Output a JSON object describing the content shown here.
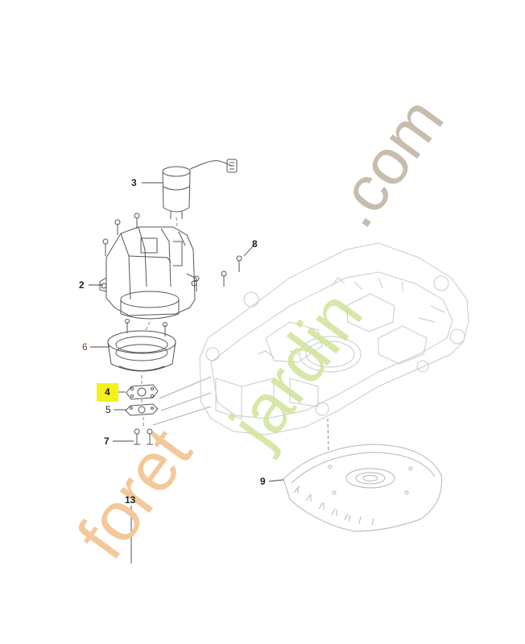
{
  "diagram": {
    "callouts": [
      {
        "id": "part-3",
        "label": "3"
      },
      {
        "id": "part-8",
        "label": "8"
      },
      {
        "id": "part-2",
        "label": "2"
      },
      {
        "id": "part-6",
        "label": "6"
      },
      {
        "id": "part-4",
        "label": "4",
        "highlighted": true
      },
      {
        "id": "part-5",
        "label": "5"
      },
      {
        "id": "part-7",
        "label": "7"
      },
      {
        "id": "part-9",
        "label": "9"
      },
      {
        "id": "part-13",
        "label": "13"
      }
    ],
    "watermark": {
      "text_orange": "foret",
      "text_green": "jardin",
      "text_grey": ".com"
    },
    "colors": {
      "line": "#555555",
      "faint_line": "#c9c9c9",
      "highlight": "#f2f21a",
      "wm_orange": "#f3c89a",
      "wm_green": "#cfe39a",
      "wm_grey": "#c8bcae"
    }
  }
}
